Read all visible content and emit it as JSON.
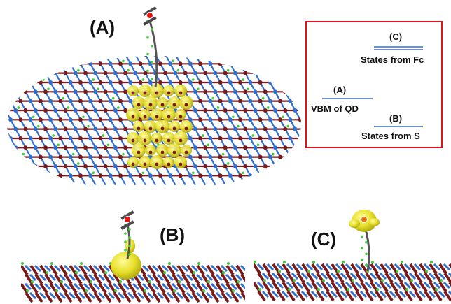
{
  "panels": {
    "a_label": "(A)",
    "b_label": "(B)",
    "c_label": "(C)"
  },
  "legend": {
    "border_color": "#e0141c",
    "level_line_color": "#6a93c9",
    "levels": [
      {
        "tag": "(C)",
        "caption": "States from Fc"
      },
      {
        "tag": "(A)",
        "caption": "VBM of QD"
      },
      {
        "tag": "(B)",
        "caption": "States from S"
      }
    ]
  },
  "colors": {
    "atom_blue": "#2f6fd0",
    "atom_darkred": "#7a1a1a",
    "atom_green": "#3fcf3f",
    "atom_red": "#e01818",
    "isosurface_yellow": "#e8e02a",
    "bond_gray": "#555555"
  },
  "icons": {
    "molecule": "ferrocene-ligand-icon",
    "slab": "quantum-dot-lattice-icon",
    "density": "charge-density-isosurface-icon"
  }
}
